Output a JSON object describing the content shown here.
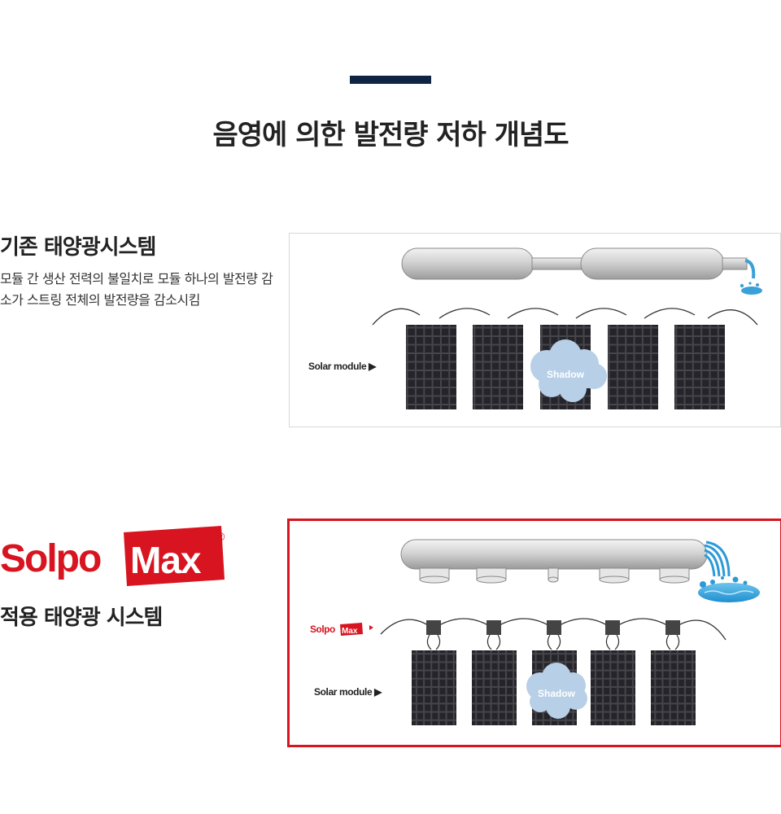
{
  "header": {
    "title": "음영에 의한 발전량 저하 개념도",
    "accent_color": "#0f2342"
  },
  "conventional": {
    "title": "기존 태양광시스템",
    "description": "모듈 간 생산 전력의 불일치로 모듈 하나의 발전량 감소가 스트링 전체의 발전량을 감소시킴",
    "diagram": {
      "solar_module_label": "Solar module ▶",
      "shadow_label": "Shadow"
    }
  },
  "solpomax": {
    "logo_text_left": "Solpo",
    "logo_text_right": "Max",
    "logo_registered": "®",
    "logo_color": "#d7141f",
    "title": "적용 태양광 시스템",
    "diagram": {
      "small_logo_left": "Solpo",
      "small_logo_right": "Max",
      "solar_module_label": "Solar module ▶",
      "shadow_label": "Shadow",
      "frame_color": "#d7141f"
    }
  }
}
